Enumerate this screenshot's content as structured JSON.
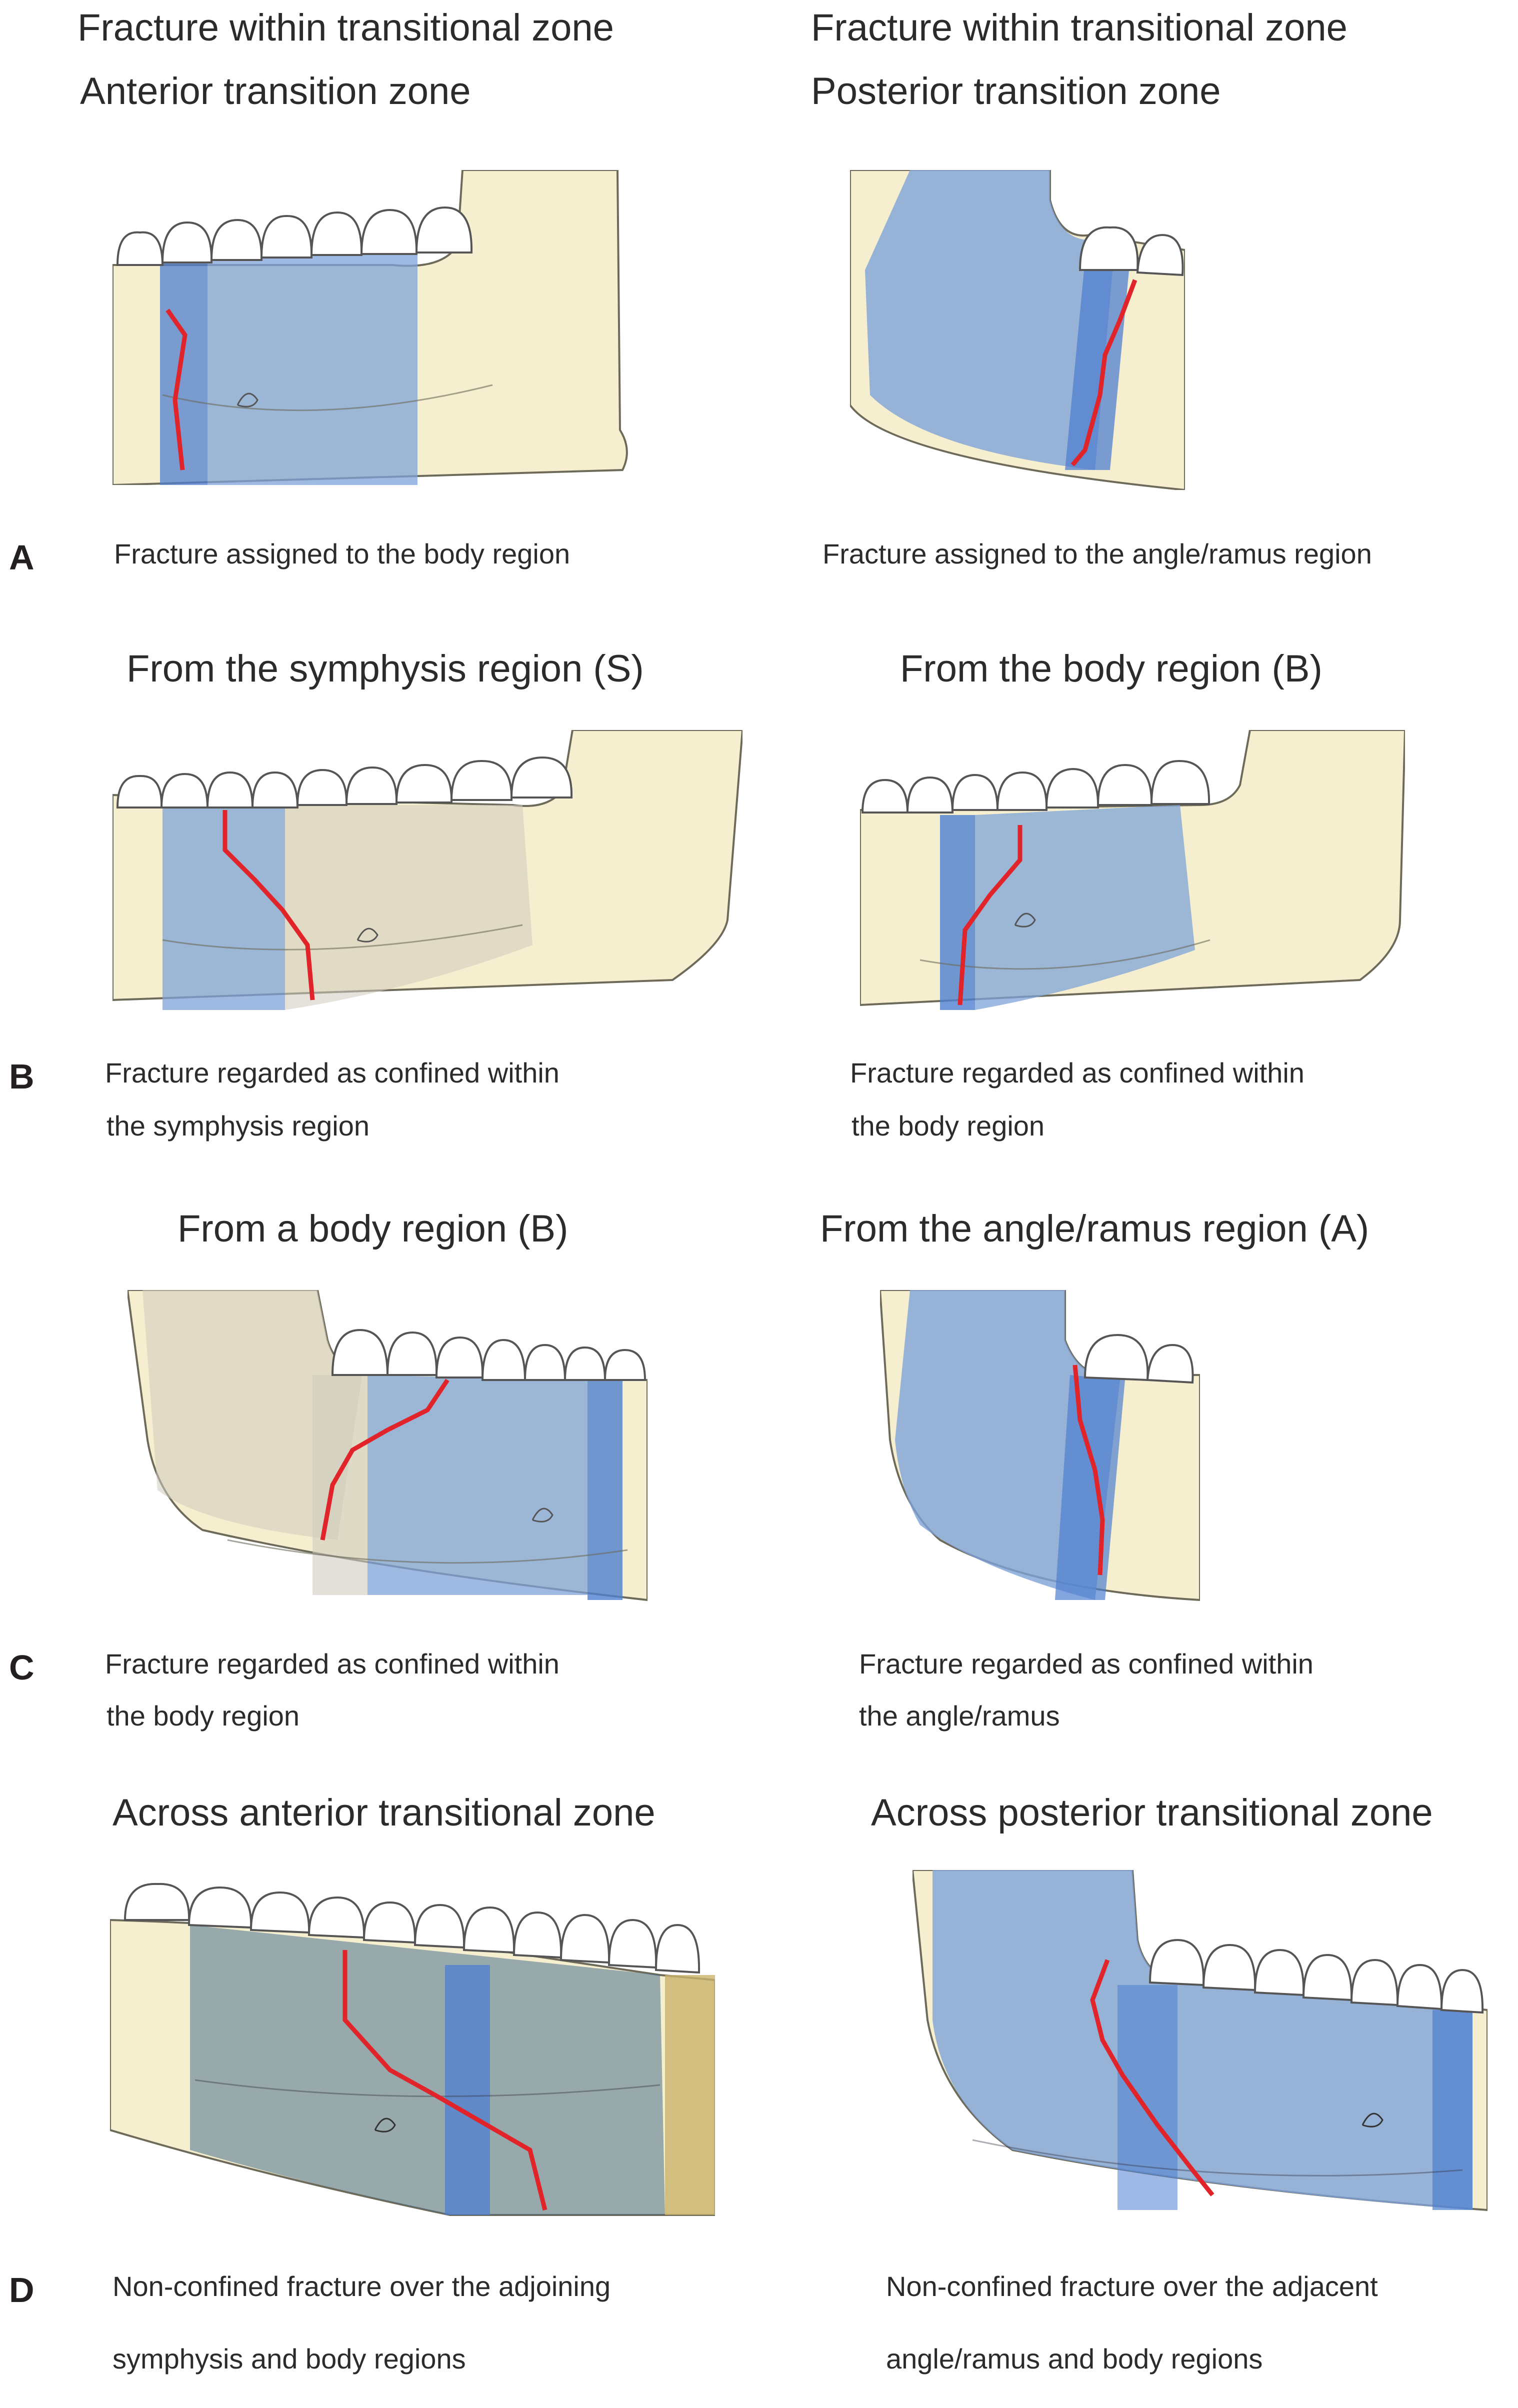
{
  "panels": [
    {
      "letter": "A",
      "left": {
        "title_lines": [
          "Fracture within transitional zone",
          "Anterior transition zone"
        ],
        "caption_lines": [
          "Fracture assigned to the body region"
        ]
      },
      "right": {
        "title_lines": [
          "Fracture within transitional zone",
          "Posterior transition zone"
        ],
        "caption_lines": [
          "Fracture assigned to the angle/ramus region"
        ]
      }
    },
    {
      "letter": "B",
      "left": {
        "title_lines": [
          "From the symphysis region (S)"
        ],
        "caption_lines": [
          "Fracture regarded as confined within",
          "the symphysis region"
        ]
      },
      "right": {
        "title_lines": [
          "From the body region (B)"
        ],
        "caption_lines": [
          "Fracture regarded as confined within",
          "the body region"
        ]
      }
    },
    {
      "letter": "C",
      "left": {
        "title_lines": [
          "From a body region (B)"
        ],
        "caption_lines": [
          "Fracture regarded as confined within",
          "the body region"
        ]
      },
      "right": {
        "title_lines": [
          "From the angle/ramus region (A)"
        ],
        "caption_lines": [
          "Fracture regarded as confined within",
          "the angle/ramus"
        ]
      }
    },
    {
      "letter": "D",
      "left": {
        "title_lines": [
          "Across anterior transitional zone"
        ],
        "caption_lines": [
          "Non-confined fracture over the adjoining",
          "symphysis and body regions"
        ]
      },
      "right": {
        "title_lines": [
          "Across posterior transitional zone"
        ],
        "caption_lines": [
          "Non-confined fracture over the adjacent",
          "angle/ramus and body regions"
        ]
      }
    }
  ],
  "colors": {
    "bone": "#f6efcf",
    "bone_outline": "#6d6a5a",
    "region_blue": "#7ea3d8",
    "transition_blue": "#4f7fd0",
    "fracture_line": "#e0242a",
    "tooth": "#ffffff"
  }
}
